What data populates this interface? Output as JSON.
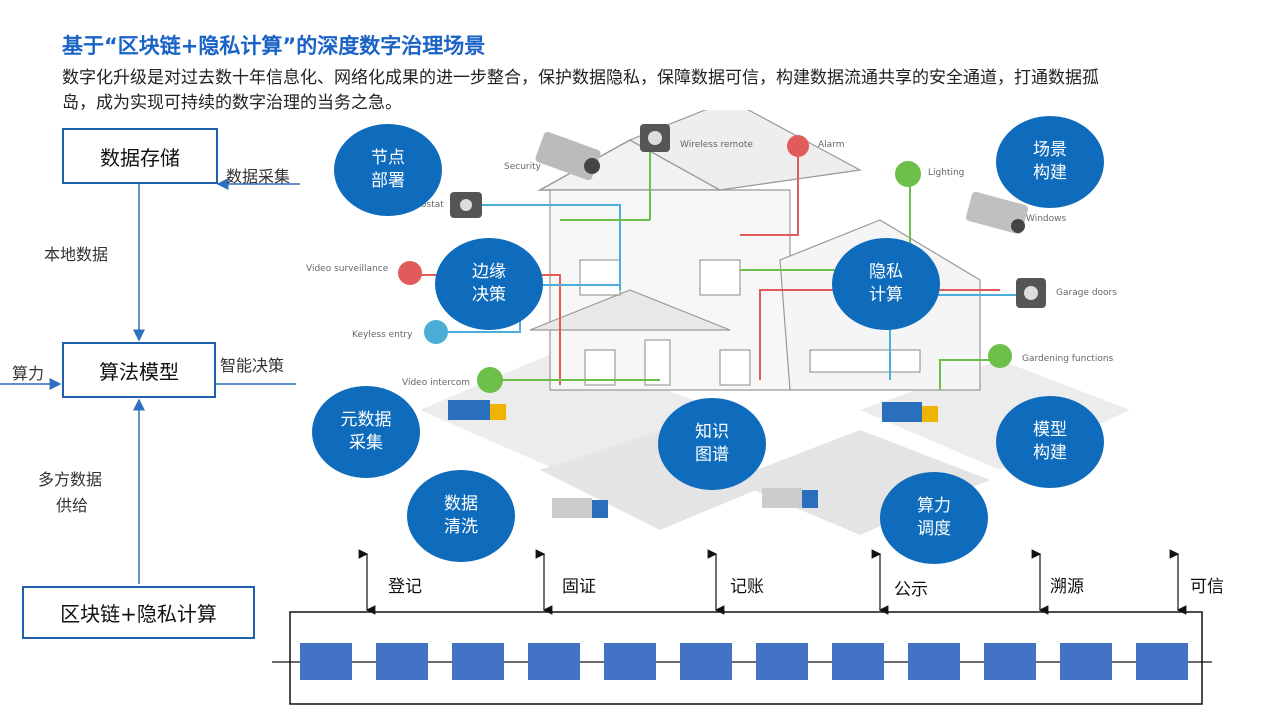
{
  "header": {
    "title": "基于“区块链+隐私计算”的深度数字治理场景",
    "subtitle": "数字化升级是对过去数十年信息化、网络化成果的进一步整合，保护数据隐私，保障数据可信，构建数据流通共享的安全通道，打通数据孤岛，成为实现可持续的数字治理的当务之急。"
  },
  "flow": {
    "storage_box": "数据存储",
    "model_box": "算法模型",
    "chain_box": "区块链+隐私计算",
    "data_collect": "数据采集",
    "local_data": "本地数据",
    "compute_power": "算力",
    "smart_decision": "智能决策",
    "multi_supply_1": "多方数据",
    "multi_supply_2": "供给"
  },
  "bubbles": [
    {
      "l1": "节点",
      "l2": "部署"
    },
    {
      "l1": "场景",
      "l2": "构建"
    },
    {
      "l1": "边缘",
      "l2": "决策"
    },
    {
      "l1": "隐私",
      "l2": "计算"
    },
    {
      "l1": "元数据",
      "l2": "采集"
    },
    {
      "l1": "知识",
      "l2": "图谱"
    },
    {
      "l1": "模型",
      "l2": "构建"
    },
    {
      "l1": "数据",
      "l2": "清洗"
    },
    {
      "l1": "算力",
      "l2": "调度"
    }
  ],
  "device_labels": {
    "security": "Security",
    "wireless": "Wireless remote",
    "alarm": "Alarm",
    "lighting": "Lighting",
    "windows": "Windows",
    "thermostat": "Thermostat",
    "video_surveillance": "Video surveillance",
    "garage": "Garage doors",
    "keyless": "Keyless entry",
    "gardening": "Gardening functions",
    "intercom": "Video intercom"
  },
  "chain_stages": [
    "登记",
    "固证",
    "记账",
    "公示",
    "溯源",
    "可信"
  ],
  "colors": {
    "title_blue": "#1a63c6",
    "box_border": "#1f5fad",
    "bubble_blue": "#0f6cbd",
    "block_blue": "#4472c4",
    "line_cyan": "#4aaed9",
    "line_green": "#6cc04a",
    "line_red": "#e25b5b"
  }
}
